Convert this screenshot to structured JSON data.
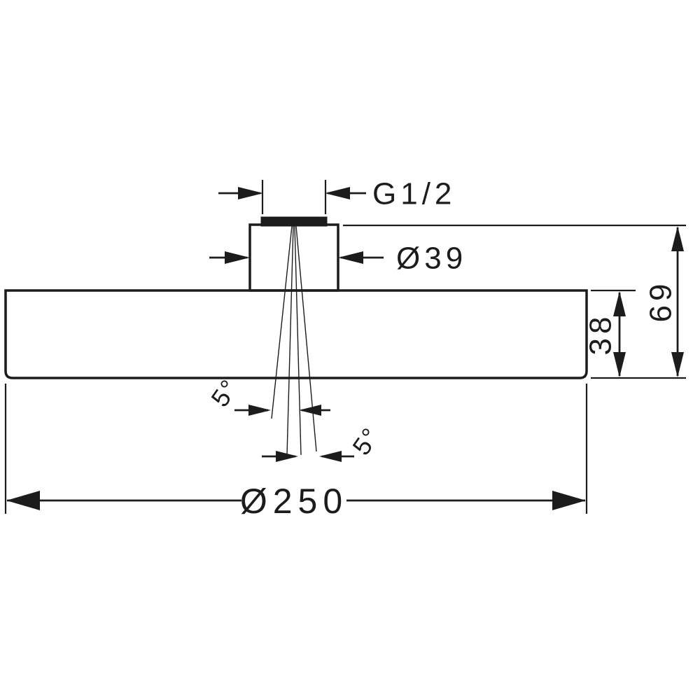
{
  "colors": {
    "line": "#1c1c1c",
    "background": "#ffffff"
  },
  "dimensions": {
    "thread_size": "G1/2",
    "connection_diameter": "Ø39",
    "body_height": "38",
    "overall_height": "69",
    "head_diameter": "Ø250",
    "spray_angle_upper": "5°",
    "spray_angle_lower": "5°"
  }
}
